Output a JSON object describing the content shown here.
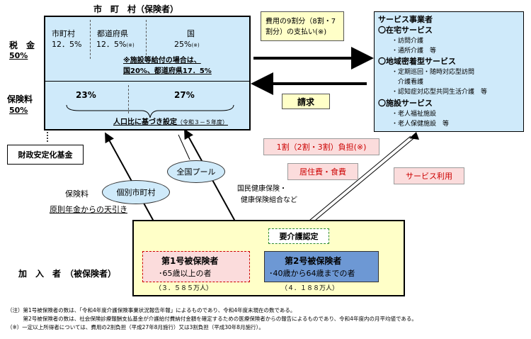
{
  "insurer": {
    "title": "市　町　村（保険者）",
    "tax_label": "税　金",
    "tax_pct": "50%",
    "premium_label": "保険料",
    "premium_pct": "50%",
    "municipality_label": "市町村",
    "municipality_pct": "12．5%",
    "prefecture_label": "都道府県",
    "prefecture_pct": "12．5%",
    "prefecture_note": "(※)",
    "national_label": "国",
    "national_pct": "25%",
    "national_note": "(※)",
    "facility_note_line1": "※施設等給付の場合は、",
    "facility_note_line2": "国20%、都道府県17．5%",
    "type1_share": "23%",
    "type2_share": "27%",
    "population_note": "人口比に基づき設定",
    "population_period": "（令和３－５年度）"
  },
  "stabilization_fund": "財政安定化基金",
  "payment_box": {
    "line1": "費用の9割分（8割・7",
    "line2": "割分）の支払い(※)"
  },
  "claim_label": "請求",
  "provider": {
    "title": "サービス事業者",
    "home_header": "〇在宅サービス",
    "home_items": [
      "・訪問介護",
      "・通所介護　等"
    ],
    "community_header": "〇地域密着型サービス",
    "community_items": [
      "・定期巡回・随時対応型訪問",
      "　介護看護",
      "・認知症対応型共同生活介護　等"
    ],
    "facility_header": "〇施設サービス",
    "facility_items": [
      "・老人福祉施設",
      "・老人保健施設　等"
    ]
  },
  "copay": "1割（2割・3割）負担(※)",
  "living_costs": "居住費・食費",
  "service_use": "サービス利用",
  "national_pool": "全国プール",
  "individual_municipality": "個別市町村",
  "premium_note_title": "保険料",
  "premium_note_sub": "原則年金からの天引き",
  "health_insurance_line1": "国民健康保険・",
  "health_insurance_line2": "健康保険組合など",
  "care_certification": "要介護認定",
  "type1": {
    "title": "第1号被保険者",
    "desc": "･65歳以上の者",
    "count": "（３．５８５万人）"
  },
  "type2": {
    "title": "第2号被保険者",
    "desc": "･40歳から64歳までの者",
    "count": "（４．１８８万人）"
  },
  "insured_label": "加　入　者　（被保険者）",
  "footnotes": [
    "（注）第1号被保険者の数は、「令和4年度介護保険事業状況報告年報」によるものであり、令和4年度末現在の数である。",
    "　　　第2号被保険者の数は、社会保険診療報酬支払基金が介護給付費納付金額を確定するための医療保険者からの報告によるものであり、令和4年度内の月平均値である。",
    "（※）一定以上所得者については、費用の2割負担（平成27年8月施行）又は3割負担（平成30年8月施行）。"
  ],
  "colors": {
    "blue_fill": "#cfeafa",
    "pink_fill": "#fbdcdc",
    "yellow_fill": "#ffffc8",
    "type2_fill": "#6d98d4",
    "red_text": "#cc0000"
  }
}
